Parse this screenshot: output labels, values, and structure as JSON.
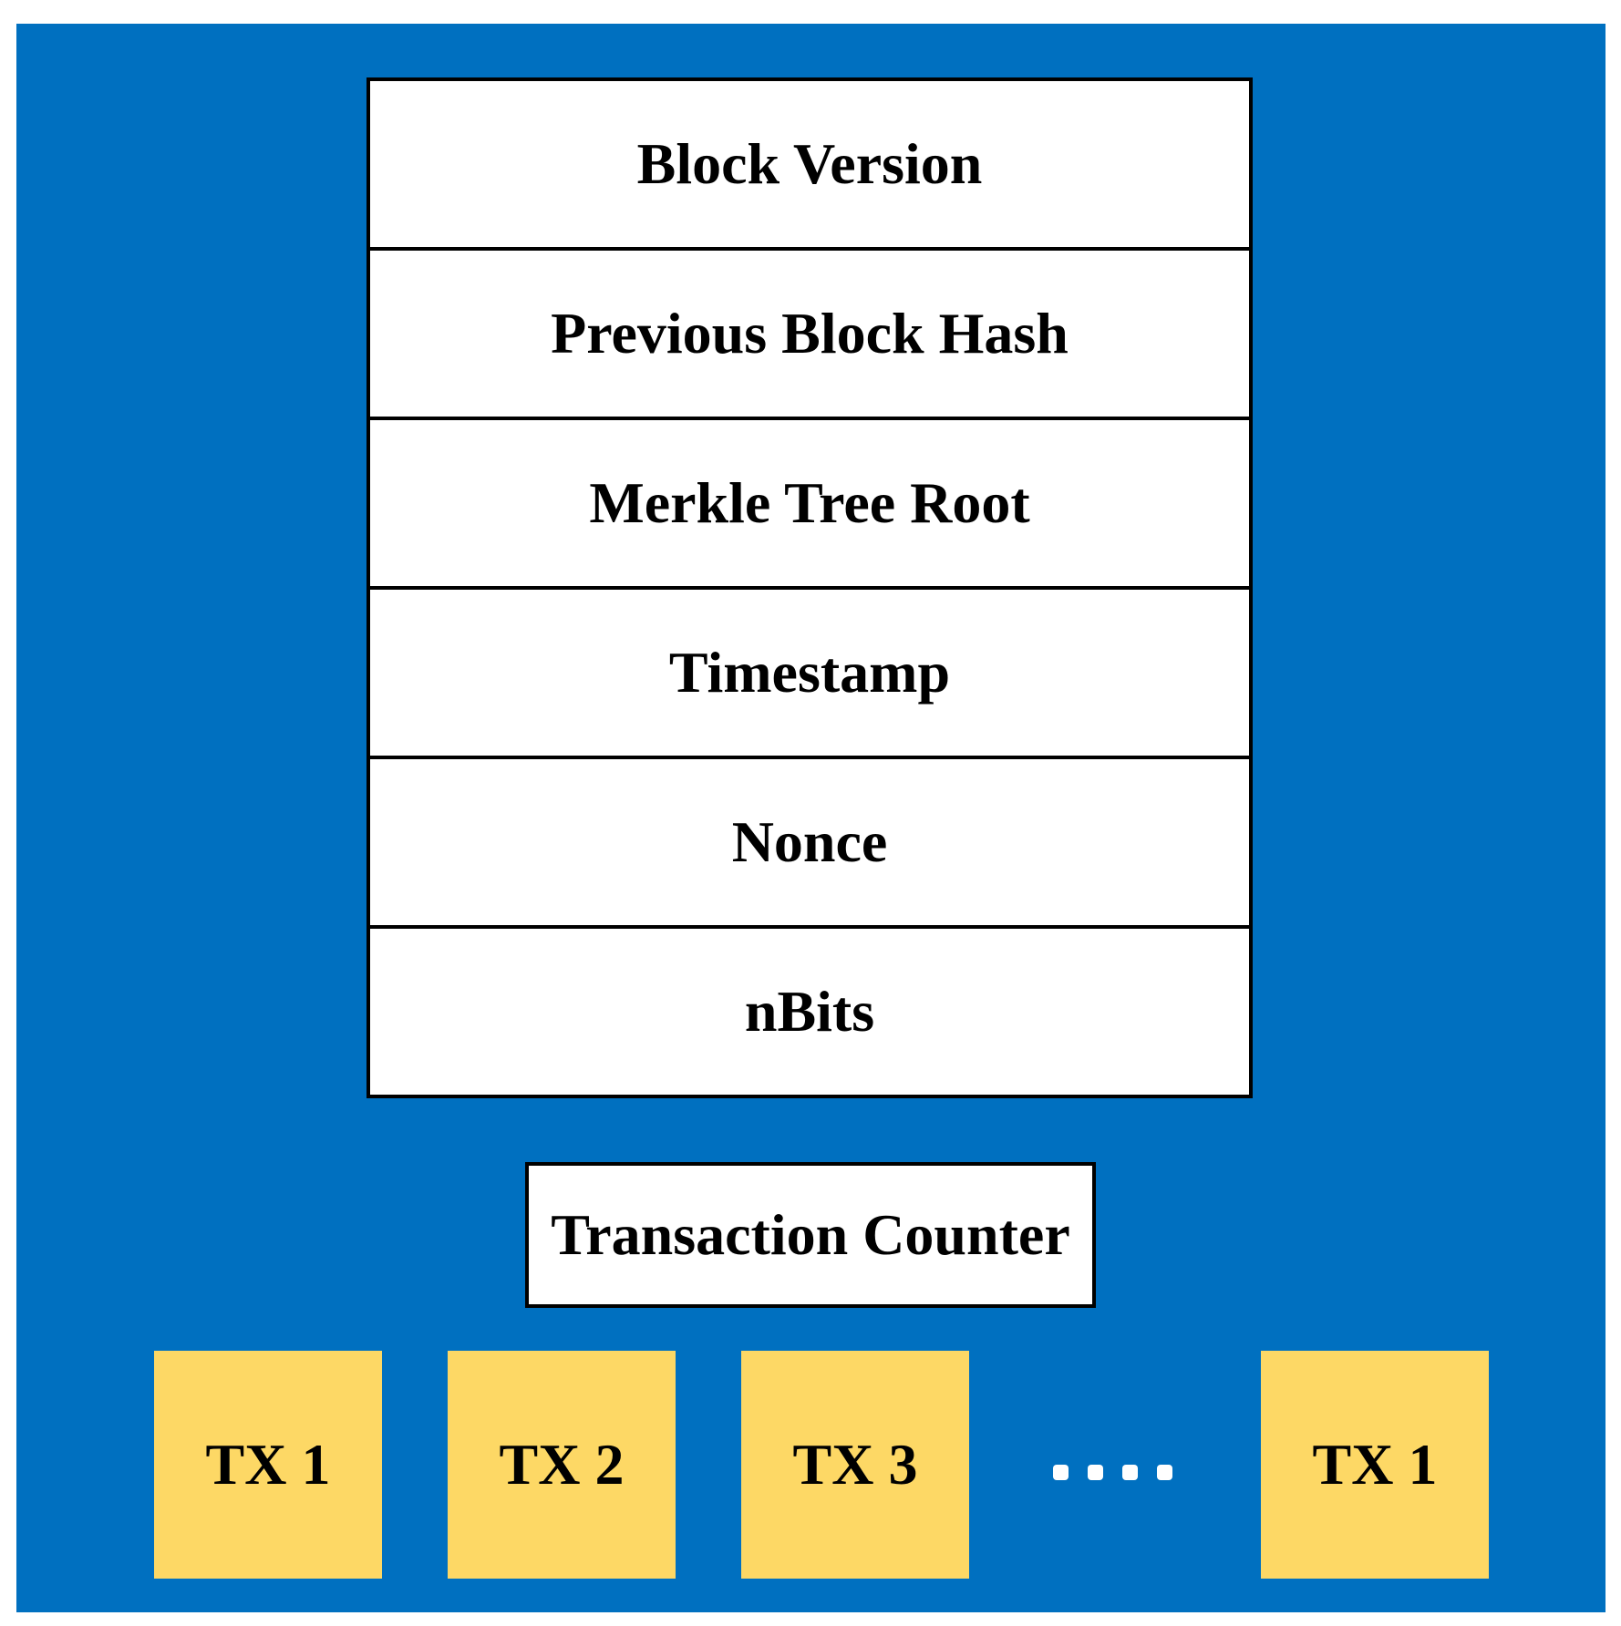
{
  "block_header": {
    "fields": [
      "Block Version",
      "Previous Block Hash",
      "Merkle Tree Root",
      "Timestamp",
      "Nonce",
      "nBits"
    ]
  },
  "transaction_counter": {
    "label": "Transaction Counter"
  },
  "transactions": {
    "items": [
      "TX 1",
      "TX 2",
      "TX 3",
      "TX 1"
    ],
    "ellipsis_icon": "ellipsis-dots"
  },
  "colors": {
    "panel_background": "#0070c0",
    "field_background": "#ffffff",
    "transaction_background": "#fdd865",
    "border": "#000000"
  }
}
